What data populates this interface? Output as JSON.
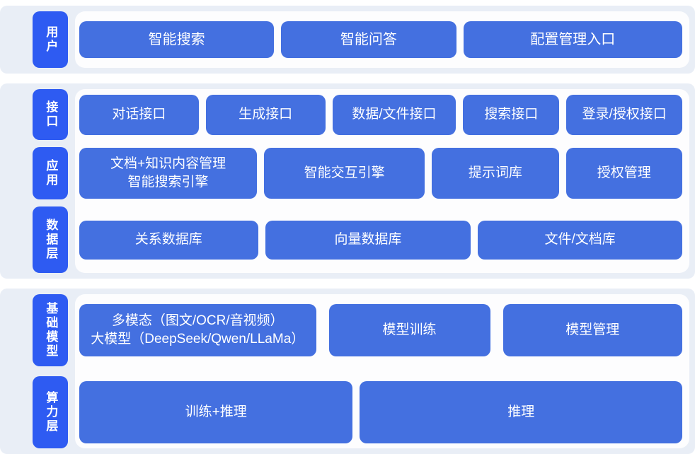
{
  "colors": {
    "side_label_blue": "#2e5bf2",
    "box_blue": "#4470e0",
    "card_background": "#e9eef6",
    "panel_background": "#fdfdfe",
    "text": "#ffffff"
  },
  "sections": [
    {
      "rows": [
        {
          "side_label": "用户",
          "buttons": [
            {
              "label": "智能搜索"
            },
            {
              "label": "智能问答"
            },
            {
              "label": "配置管理入口"
            }
          ]
        }
      ]
    },
    {
      "rows": [
        {
          "side_label": "接口",
          "buttons": [
            {
              "label": "对话接口"
            },
            {
              "label": "生成接口"
            },
            {
              "label": "数据/文件接口"
            },
            {
              "label": "搜索接口"
            },
            {
              "label": "登录/授权接口"
            }
          ]
        },
        {
          "side_label": "应用",
          "buttons": [
            {
              "label": "文档+知识内容管理\n智能搜索引擎"
            },
            {
              "label": "智能交互引擎"
            },
            {
              "label": "提示词库"
            },
            {
              "label": "授权管理"
            }
          ]
        },
        {
          "side_label": "数据层",
          "buttons": [
            {
              "label": "关系数据库"
            },
            {
              "label": "向量数据库"
            },
            {
              "label": "文件/文档库"
            }
          ]
        }
      ]
    },
    {
      "rows": [
        {
          "side_label": "基础模型",
          "buttons": [
            {
              "label": "多模态（图文/OCR/音视频）\n大模型（DeepSeek/Qwen/LLaMa）"
            },
            {
              "label": "模型训练"
            },
            {
              "label": "模型管理"
            }
          ]
        },
        {
          "side_label": "算力层",
          "buttons": [
            {
              "label": "训练+推理"
            },
            {
              "label": "推理"
            }
          ]
        }
      ]
    }
  ]
}
